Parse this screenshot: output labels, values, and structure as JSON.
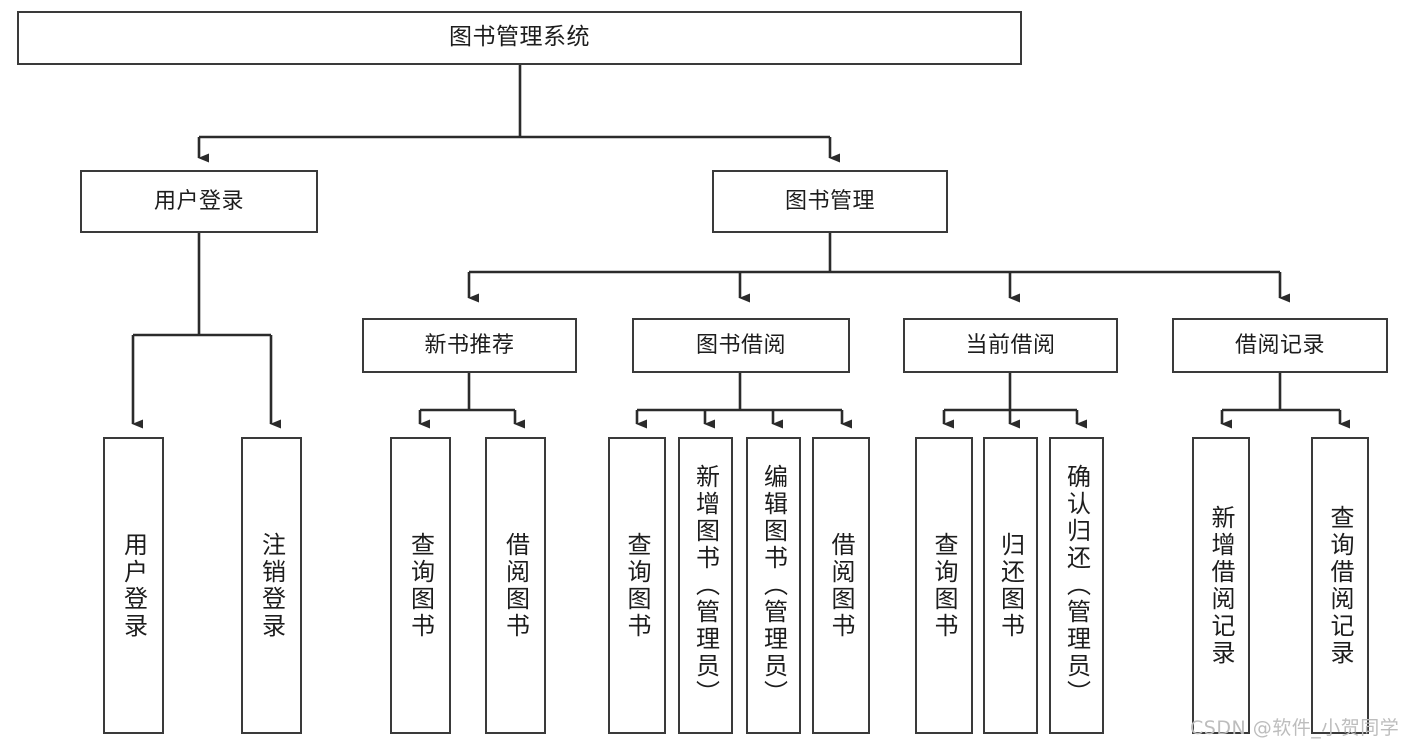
{
  "diagram": {
    "title": "图书管理系统",
    "type": "tree-hierarchy-diagram",
    "background_color": "#ffffff",
    "box_border_color": "#3a3a3a",
    "edge_color": "#2b2b2b",
    "text_color": "#1d1d1d"
  },
  "root": {
    "label": "图书管理系统"
  },
  "level2": [
    {
      "label": "用户登录"
    },
    {
      "label": "图书管理"
    }
  ],
  "level3": [
    {
      "label": "新书推荐"
    },
    {
      "label": "图书借阅"
    },
    {
      "label": "当前借阅"
    },
    {
      "label": "借阅记录"
    }
  ],
  "leaves": {
    "user_login": [
      {
        "label": "用户登录"
      },
      {
        "label": "注销登录"
      }
    ],
    "new_book": [
      {
        "label": "查询图书"
      },
      {
        "label": "借阅图书"
      }
    ],
    "book_borrow": [
      {
        "label": "查询图书"
      },
      {
        "label": "新增图书（管理员）"
      },
      {
        "label": "编辑图书（管理员）"
      },
      {
        "label": "借阅图书"
      }
    ],
    "current_borrow": [
      {
        "label": "查询图书"
      },
      {
        "label": "归还图书"
      },
      {
        "label": "确认归还（管理员）"
      }
    ],
    "borrow_record": [
      {
        "label": "新增借阅记录"
      },
      {
        "label": "查询借阅记录"
      }
    ]
  },
  "watermark": {
    "text": "CSDN @软件_小贺同学",
    "color": "#bdbdbd"
  }
}
